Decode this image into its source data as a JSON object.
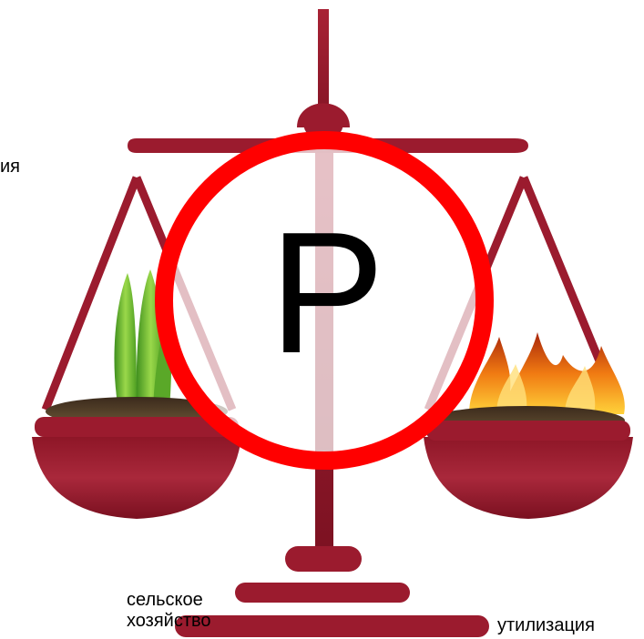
{
  "labels": {
    "top_left_fragment": "ия",
    "left_line1": "сельское",
    "left_line2": "хозяйство",
    "right": "утилизация"
  },
  "sign": {
    "letter": "P",
    "ring_color": "#ff0000"
  },
  "scales": {
    "color": "#9b1b2e",
    "left_pan_content": "sprout-in-soil",
    "right_pan_content": "fire-on-soil"
  },
  "icons": [
    "balance-scale-icon",
    "sprout-icon",
    "fire-icon",
    "prohibition-ring-icon"
  ]
}
